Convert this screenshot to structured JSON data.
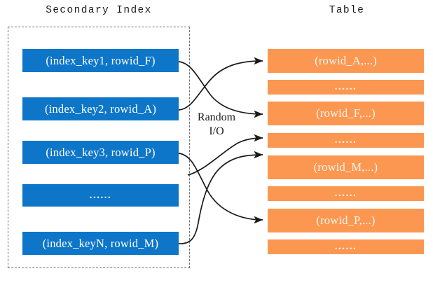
{
  "diagram": {
    "titles": {
      "left": "Secondary Index",
      "right": "Table"
    },
    "middle_label": {
      "line1": "Random",
      "line2": "I/O"
    },
    "colors": {
      "index_box": "#0e76c8",
      "table_box": "#fb9751",
      "dashed_border": "#6e6e6e",
      "arrow": "#1a1a1a",
      "index_text": "#ffffff",
      "table_text": "#fdf5ee",
      "background": "#ffffff"
    },
    "index_rows": [
      {
        "label": "(index_key1, rowid_F)",
        "is_ellipsis": false
      },
      {
        "label": "(index_key2, rowid_A)",
        "is_ellipsis": false
      },
      {
        "label": "(index_key3, rowid_P)",
        "is_ellipsis": false
      },
      {
        "label": "......",
        "is_ellipsis": true
      },
      {
        "label": "(index_keyN, rowid_M)",
        "is_ellipsis": false
      }
    ],
    "table_rows": [
      {
        "label": "(rowid_A,...)",
        "is_ellipsis": false
      },
      {
        "label": "......",
        "is_ellipsis": true
      },
      {
        "label": "(rowid_F,...)",
        "is_ellipsis": false
      },
      {
        "label": "......",
        "is_ellipsis": true
      },
      {
        "label": "(rowid_M,...)",
        "is_ellipsis": false
      },
      {
        "label": "......",
        "is_ellipsis": true
      },
      {
        "label": "(rowid_P,...)",
        "is_ellipsis": false
      },
      {
        "label": "......",
        "is_ellipsis": true
      }
    ],
    "mappings": [
      {
        "from": "(index_key1, rowid_F)",
        "to": "(rowid_F,...)"
      },
      {
        "from": "(index_key2, rowid_A)",
        "to": "(rowid_A,...)"
      },
      {
        "from": "(index_key3, rowid_P)",
        "to": "(rowid_P,...)"
      },
      {
        "from": "(index_keyN, rowid_M)",
        "to": "(rowid_M,...)"
      }
    ]
  }
}
